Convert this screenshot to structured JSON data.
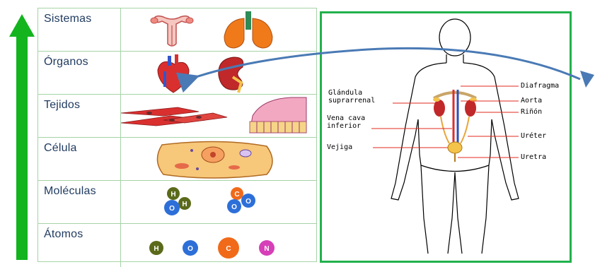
{
  "levels": [
    {
      "label": "Sistemas"
    },
    {
      "label": "Órganos"
    },
    {
      "label": "Tejidos"
    },
    {
      "label": "Célula"
    },
    {
      "label": "Moléculas"
    },
    {
      "label": "Átomos"
    }
  ],
  "molecules": {
    "water": [
      "H",
      "H",
      "O"
    ],
    "co2": [
      "C",
      "O",
      "O"
    ]
  },
  "atoms": [
    "H",
    "O",
    "C",
    "N"
  ],
  "body_labels": {
    "glandula": "Glándula\nsuprarrenal",
    "vena_cava": "Vena cava\ninferior",
    "vejiga": "Vejiga",
    "diafragma": "Diafragma",
    "aorta": "Aorta",
    "rinon": "Riñón",
    "ureter": "Uréter",
    "uretra": "Uretra"
  },
  "colors": {
    "arrow": "#13b41e",
    "table_border": "#a6d3a6",
    "panel_border": "#22b14c",
    "label_text": "#1f3a5f",
    "connector": "#4a7ab5"
  }
}
